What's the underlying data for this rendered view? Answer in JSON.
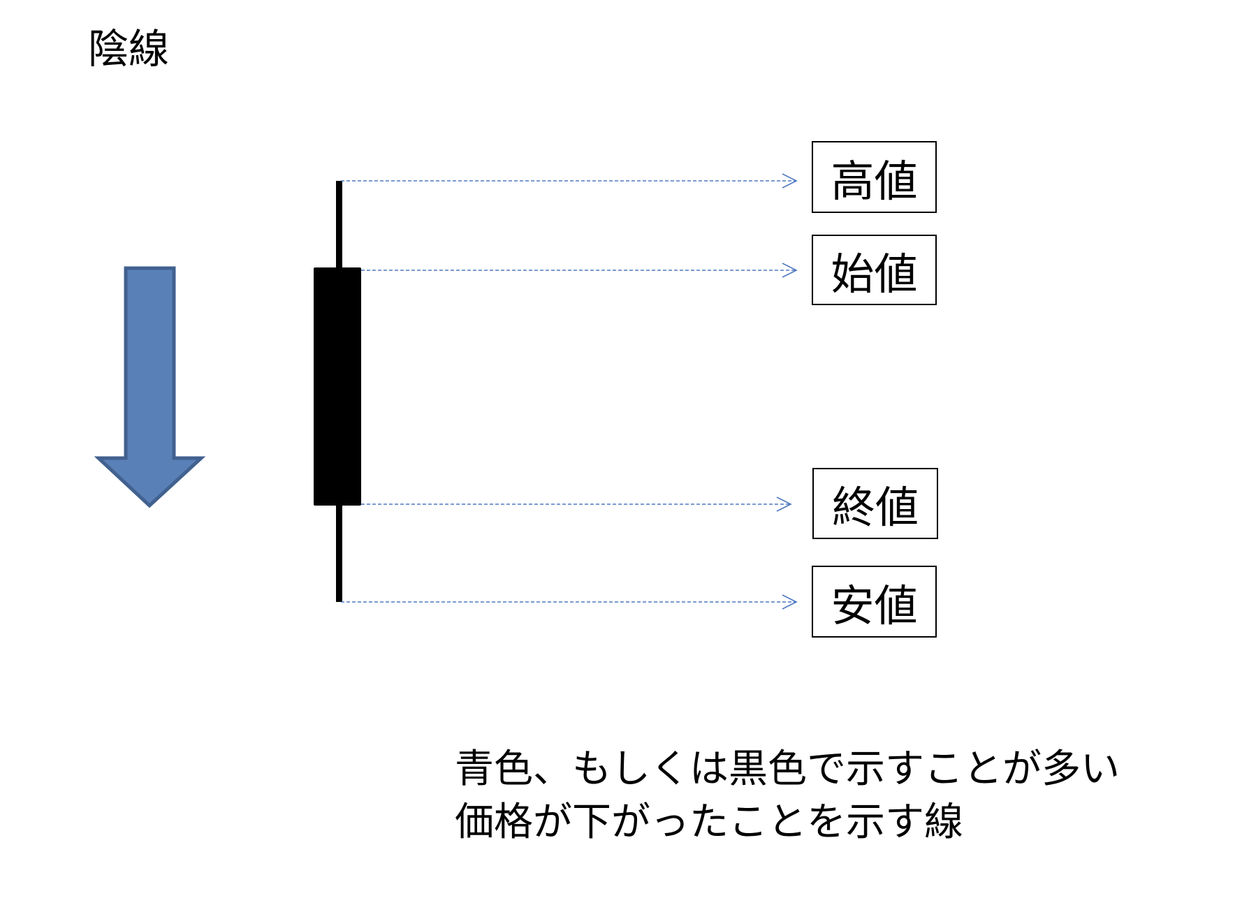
{
  "title": "陰線",
  "labels": {
    "high": "高値",
    "open": "始値",
    "close": "終値",
    "low": "安値"
  },
  "caption": {
    "line1": "青色、もしくは黒色で示すことが多い",
    "line2": "価格が下がったことを示す線"
  },
  "colors": {
    "arrow_fill": "#5a80b8",
    "arrow_stroke": "#41618f",
    "candle": "#000000",
    "leader_line": "#4f78c0"
  }
}
